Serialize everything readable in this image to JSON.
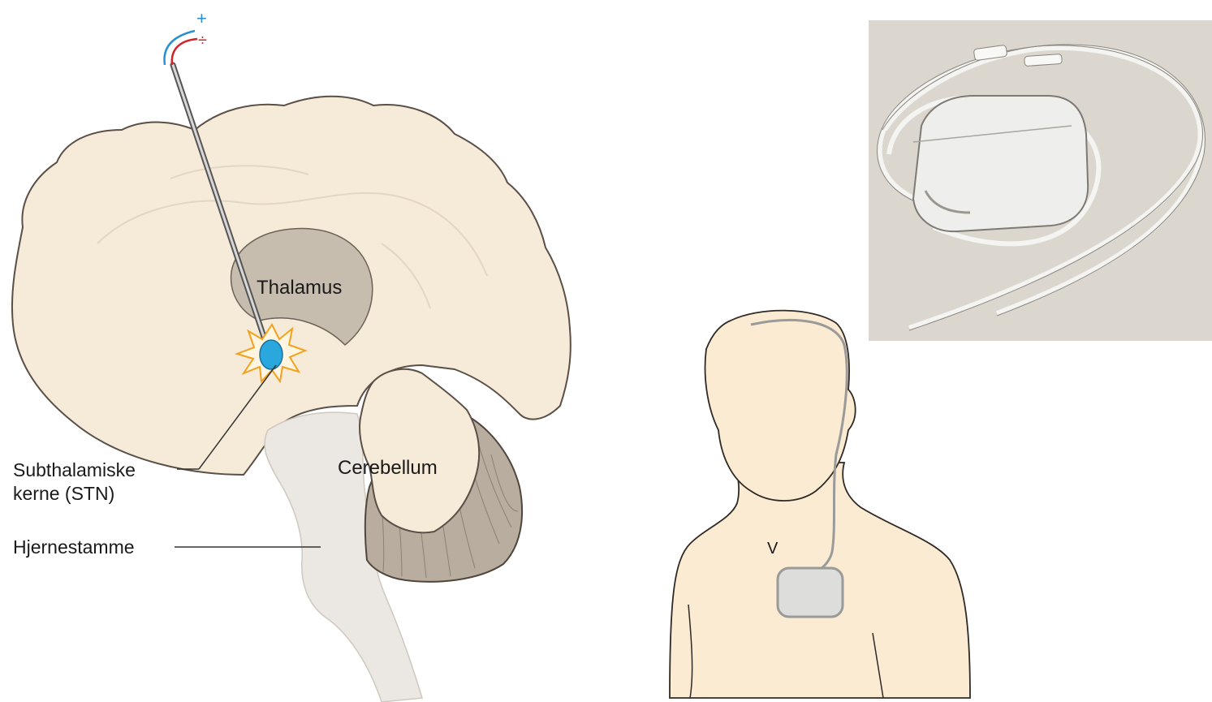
{
  "labels": {
    "thalamus": "Thalamus",
    "cerebellum": "Cerebellum",
    "stn_line1": "Subthalamiske",
    "stn_line2": "kerne (STN)",
    "brainstem": "Hjernestamme",
    "chest_mark": "V"
  },
  "polarity": {
    "plus": "+",
    "minus": "÷"
  },
  "colors": {
    "brain_fill": "#f6ead8",
    "brain_outline": "#5a5048",
    "thalamus_fill": "#c7bdaf",
    "brainstem_fill": "#ebe7e2",
    "cerebellum_ridge": "#b8ad9e",
    "skin_fill": "#fbebd2",
    "device_bg": "#dcd7ce",
    "electrode_tip": "#2aa8de",
    "spark": "#f3a11b",
    "wire_positive": "#2a8fd0",
    "wire_negative": "#d0262a"
  }
}
